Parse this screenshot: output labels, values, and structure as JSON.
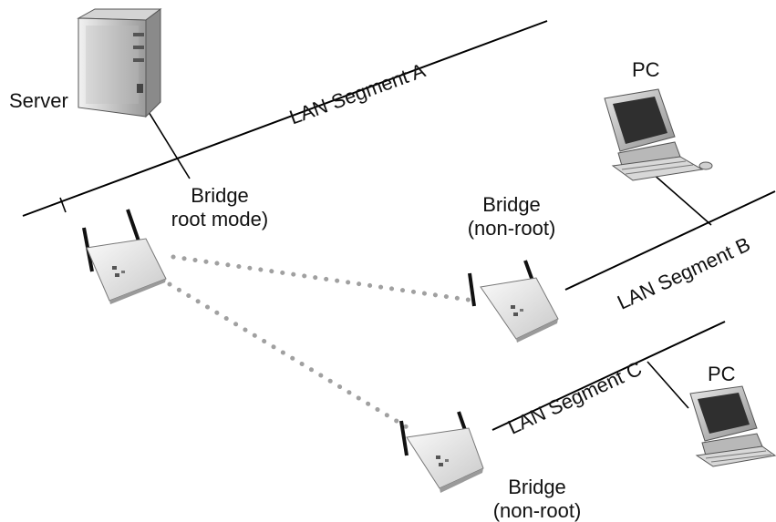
{
  "server": {
    "label": "Server",
    "icon": "server-tower-icon"
  },
  "segments": {
    "a": "LAN Segment A",
    "b": "LAN Segment B",
    "c": "LAN Segment C"
  },
  "bridges": {
    "root": {
      "line1": "Bridge",
      "line2": "root mode)",
      "icon": "wireless-bridge-icon"
    },
    "nonroot_b": {
      "line1": "Bridge",
      "line2": "(non-root)",
      "icon": "wireless-bridge-icon"
    },
    "nonroot_c": {
      "line1": "Bridge",
      "line2": "(non-root)",
      "icon": "wireless-bridge-icon"
    }
  },
  "pcs": {
    "b": {
      "label": "PC",
      "icon": "desktop-pc-icon"
    },
    "c": {
      "label": "PC",
      "icon": "desktop-pc-icon"
    }
  },
  "colors": {
    "line": "#000000",
    "wireless_link": "#a0a0a0",
    "device_body": "#e6e6e6"
  }
}
